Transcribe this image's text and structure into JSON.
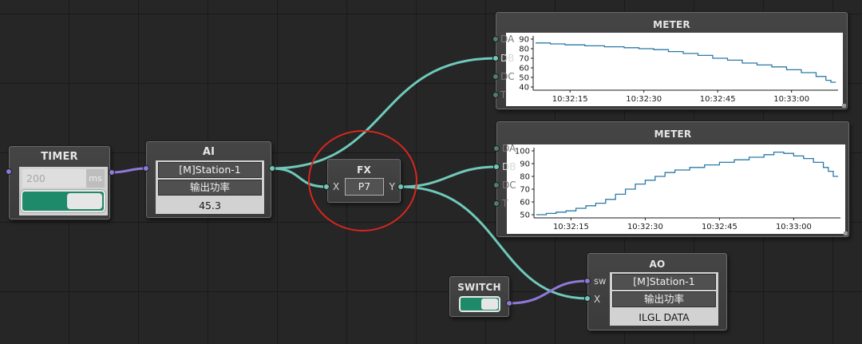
{
  "colors": {
    "wire_teal": "#6fc9bb",
    "wire_purple": "#8e79d8",
    "toggle_green": "#1f8a6a",
    "highlight_circle": "#d8261e",
    "chart_line": "#2b79a8"
  },
  "timer": {
    "title": "TIMER",
    "value": "200",
    "unit": "ms",
    "toggle_on": true
  },
  "ai": {
    "title": "AI",
    "station": "[M]Station-1",
    "param": "输出功率",
    "value": "45.3"
  },
  "fx": {
    "title": "FX",
    "formula": "P7",
    "input_label": "X",
    "output_label": "Y",
    "highlighted": true
  },
  "switch": {
    "title": "SWITCH",
    "toggle_on": true
  },
  "ao": {
    "title": "AO",
    "station": "[M]Station-1",
    "param": "输出功率",
    "value": "ILGL DATA",
    "port_sw": "sw",
    "port_x": "X"
  },
  "meter1": {
    "title": "METER",
    "ports": [
      "DA",
      "DB",
      "DC",
      "T"
    ],
    "active_port": "DB"
  },
  "meter2": {
    "title": "METER",
    "ports": [
      "DA",
      "DB",
      "DC",
      "T"
    ],
    "active_port": "DB"
  },
  "chart_data": [
    {
      "type": "line",
      "title": "METER",
      "ylim": [
        40,
        90
      ],
      "yticks": [
        "90",
        "80",
        "70",
        "60",
        "50",
        "40"
      ],
      "xticks": [
        "10:32:15",
        "10:32:30",
        "10:32:45",
        "10:33:00"
      ],
      "xlim": [
        0,
        60
      ],
      "grid": false,
      "series": [
        {
          "values": [
            [
              0,
              86
            ],
            [
              3,
              86
            ],
            [
              3,
              85
            ],
            [
              6,
              85
            ],
            [
              6,
              84
            ],
            [
              10,
              84
            ],
            [
              10,
              83
            ],
            [
              14,
              83
            ],
            [
              14,
              82
            ],
            [
              18,
              82
            ],
            [
              18,
              81
            ],
            [
              21,
              81
            ],
            [
              21,
              80
            ],
            [
              24,
              80
            ],
            [
              24,
              79
            ],
            [
              27,
              79
            ],
            [
              27,
              77
            ],
            [
              30,
              77
            ],
            [
              30,
              75
            ],
            [
              33,
              75
            ],
            [
              33,
              73
            ],
            [
              36,
              73
            ],
            [
              36,
              70
            ],
            [
              39,
              70
            ],
            [
              39,
              68
            ],
            [
              42,
              68
            ],
            [
              42,
              65
            ],
            [
              45,
              65
            ],
            [
              45,
              63
            ],
            [
              48,
              63
            ],
            [
              48,
              61
            ],
            [
              51,
              61
            ],
            [
              51,
              58
            ],
            [
              54,
              58
            ],
            [
              54,
              55
            ],
            [
              57,
              55
            ],
            [
              57,
              51
            ],
            [
              59,
              51
            ],
            [
              59,
              47
            ],
            [
              60,
              47
            ],
            [
              60,
              45
            ],
            [
              61,
              45
            ]
          ]
        }
      ]
    },
    {
      "type": "line",
      "title": "METER",
      "ylim": [
        50,
        100
      ],
      "yticks": [
        "100",
        "90",
        "80",
        "70",
        "60",
        "50"
      ],
      "xticks": [
        "10:32:15",
        "10:32:30",
        "10:32:45",
        "10:33:00"
      ],
      "xlim": [
        0,
        60
      ],
      "grid": false,
      "series": [
        {
          "values": [
            [
              0,
              50
            ],
            [
              2,
              50
            ],
            [
              2,
              51
            ],
            [
              4,
              51
            ],
            [
              4,
              52
            ],
            [
              6,
              52
            ],
            [
              6,
              53
            ],
            [
              8,
              53
            ],
            [
              8,
              55
            ],
            [
              10,
              55
            ],
            [
              10,
              57
            ],
            [
              12,
              57
            ],
            [
              12,
              59
            ],
            [
              14,
              59
            ],
            [
              14,
              62
            ],
            [
              16,
              62
            ],
            [
              16,
              66
            ],
            [
              18,
              66
            ],
            [
              18,
              70
            ],
            [
              20,
              70
            ],
            [
              20,
              74
            ],
            [
              22,
              74
            ],
            [
              22,
              77
            ],
            [
              24,
              77
            ],
            [
              24,
              80
            ],
            [
              26,
              80
            ],
            [
              26,
              83
            ],
            [
              28,
              83
            ],
            [
              28,
              85
            ],
            [
              31,
              85
            ],
            [
              31,
              87
            ],
            [
              34,
              87
            ],
            [
              34,
              89
            ],
            [
              37,
              89
            ],
            [
              37,
              91
            ],
            [
              40,
              91
            ],
            [
              40,
              93
            ],
            [
              43,
              93
            ],
            [
              43,
              95
            ],
            [
              46,
              95
            ],
            [
              46,
              97
            ],
            [
              48,
              97
            ],
            [
              48,
              99
            ],
            [
              50,
              99
            ],
            [
              50,
              98
            ],
            [
              52,
              98
            ],
            [
              52,
              96
            ],
            [
              54,
              96
            ],
            [
              54,
              94
            ],
            [
              56,
              94
            ],
            [
              56,
              91
            ],
            [
              58,
              91
            ],
            [
              58,
              87
            ],
            [
              59,
              87
            ],
            [
              59,
              84
            ],
            [
              60,
              84
            ],
            [
              60,
              80
            ],
            [
              61,
              80
            ]
          ]
        }
      ]
    }
  ]
}
